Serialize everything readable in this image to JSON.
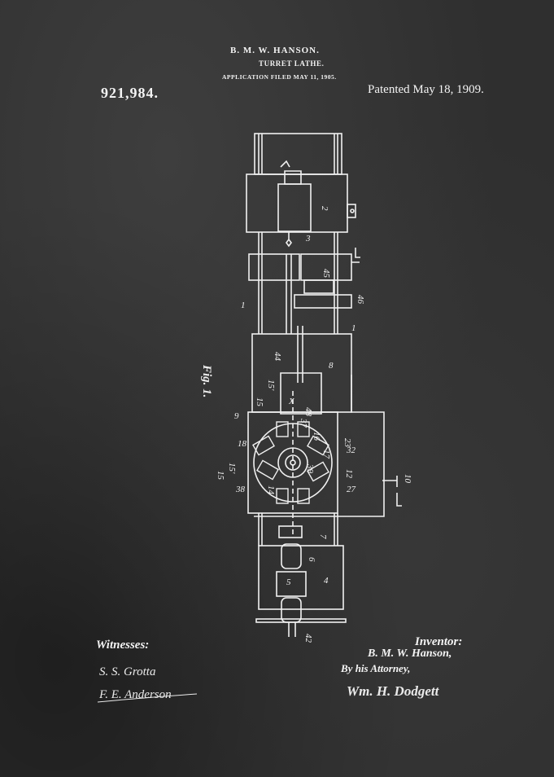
{
  "header": {
    "inventor_name": "B. M. W. HANSON.",
    "title": "TURRET LATHE.",
    "filed": "APPLICATION FILED MAY 11, 1905.",
    "patent_number": "921,984.",
    "patent_date": "Patented May 18, 1909."
  },
  "drawing": {
    "figure_label": "Fig. 1.",
    "reference_numerals": [
      "2",
      "3",
      "1",
      "45",
      "46",
      "1",
      "44",
      "8",
      "9",
      "15",
      "15'",
      "48",
      "37",
      "X",
      "16",
      "23",
      "32",
      "12",
      "18",
      "15'",
      "15",
      "38",
      "14",
      "17",
      "39",
      "27",
      "10",
      "7",
      "6",
      "5",
      "4",
      "42"
    ]
  },
  "signatures": {
    "witnesses_label": "Witnesses:",
    "witness_1": "S. S. Grotta",
    "witness_2": "F. E. Anderson",
    "inventor_label": "Inventor:",
    "inventor_signature": "B. M. W. Hanson,",
    "attorney_label": "By his Attorney,",
    "attorney_signature": "Wm. H. Dodgett"
  }
}
